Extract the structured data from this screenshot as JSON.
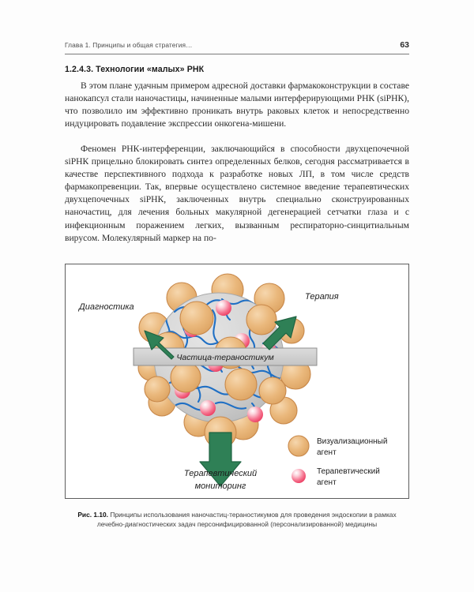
{
  "page": {
    "number": "63",
    "header_title": "Глава 1. Принципы и общая стратегия…"
  },
  "section": {
    "heading": "1.2.4.3. Технологии «малых» РНК"
  },
  "body": {
    "paragraph_1": "В этом плане удачным примером адресной доставки фармакоконструкции в составе нанокапсул стали наночастицы, начиненные малыми интерферирующими РНК (siРНК), что позволило им эффективно проникать внутрь раковых клеток и непосредственно индуцировать подавление экспрессии онкогена-мишени.",
    "paragraph_2": "Феномен РНК-интерференции, заключающийся в способности двухцепочечной siРНК прицельно блокировать синтез определенных белков, сегодня рассматривается в качестве перспективного подхода к разработке новых ЛП, в том числе средств фармакопревенции. Так, впервые осуществлено системное введение терапевтических двухцепочечных siРНК, заключенных внутрь специально сконструированных наночастиц, для лечения больных макулярной дегенерацией сетчатки глаза и с инфекционным поражением легких, вызванным респираторно-синцитиальным вирусом. Молекулярный маркер на по-"
  },
  "figure": {
    "particle_bar_label": "Частица-тераностикум",
    "arrows": [
      {
        "name": "diagnostics",
        "label": "Диагностика",
        "direction": "up-left"
      },
      {
        "name": "therapy",
        "label": "Терапия",
        "direction": "up-right"
      },
      {
        "name": "monitoring",
        "label_line1": "Терапевтический",
        "label_line2": "мониторинг",
        "direction": "down"
      }
    ],
    "legend": [
      {
        "marker": "orange-circle",
        "label_line1": "Визуализационный",
        "label_line2": "агент"
      },
      {
        "marker": "pink-circle",
        "label_line1": "Терапевтический",
        "label_line2": "агент"
      }
    ],
    "colors": {
      "arrow_green": "#2f8056",
      "arrow_green_dark": "#1f6342",
      "particle_core": "#d4d4d4",
      "imaging_agent": "#e9b878",
      "imaging_agent_edge": "#c8884a",
      "therapeutic_agent": "#f2607c",
      "therapeutic_agent_light": "#fbc9d2",
      "polymer_chain": "#1f6fc4",
      "bar_fill": "#cfcfcf",
      "bar_edge": "#8a8a8a"
    }
  },
  "caption": {
    "number": "Рис. 1.10.",
    "text": "Принципы использования наночастиц-тераностикумов для проведения эндоскопии в рамках лечебно-диагностических задач персонифицированной (персонализированной) медицины"
  }
}
